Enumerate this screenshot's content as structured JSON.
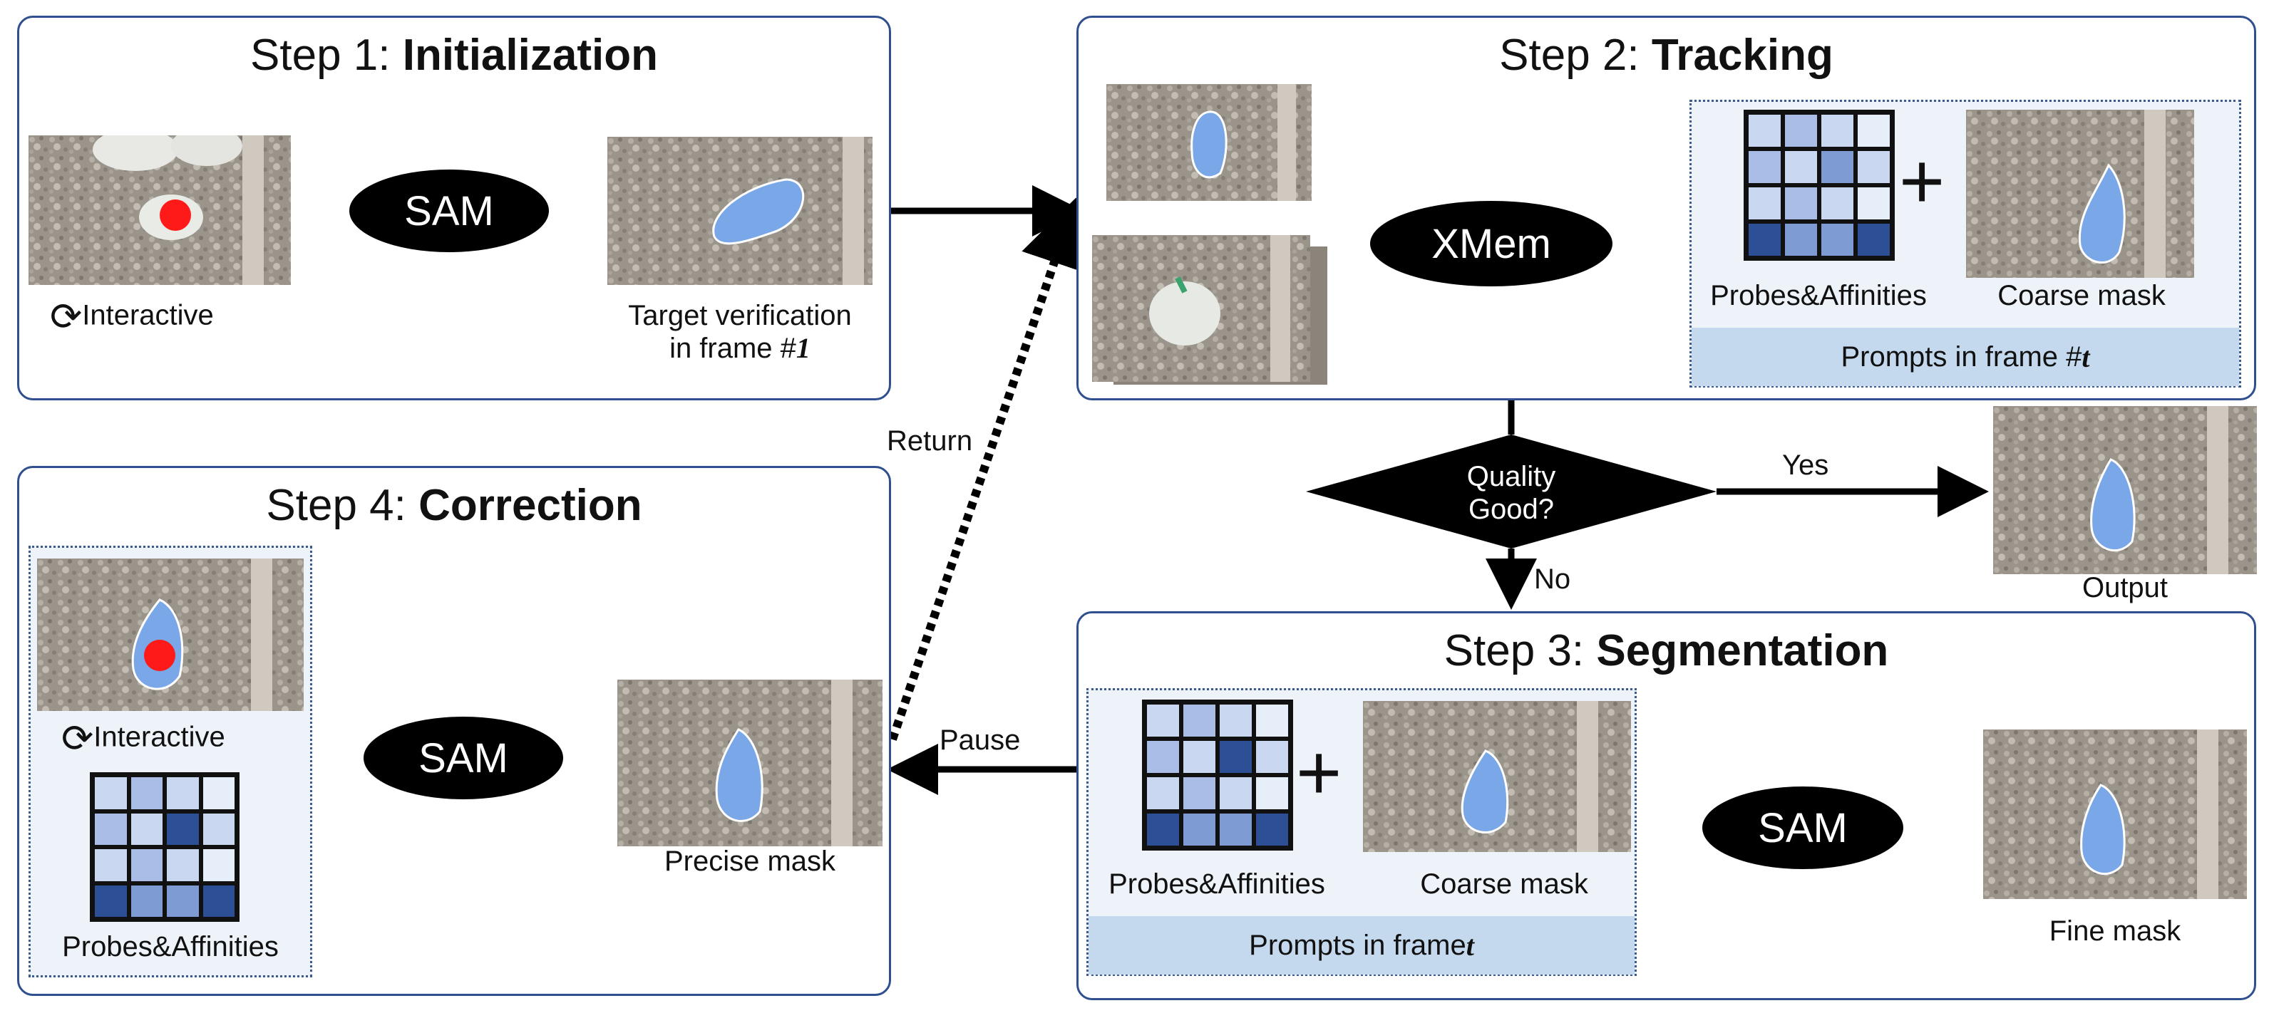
{
  "step1": {
    "title_prefix": "Step 1: ",
    "title_bold": "Initialization",
    "sam_label": "SAM",
    "interactive_label": "Interactive",
    "verify_label_line1": "Target verification",
    "verify_label_line2": "in frame #",
    "verify_frame": "1"
  },
  "step2": {
    "title_prefix": "Step 2: ",
    "title_bold": "Tracking",
    "xmem_label": "XMem",
    "probes_label": "Probes&Affinities",
    "coarse_label": "Coarse mask",
    "prompts_label": "Prompts in frame #",
    "prompts_frame": "t"
  },
  "decision": {
    "question_line1": "Quality",
    "question_line2": "Good?",
    "yes_label": "Yes",
    "no_label": "No",
    "output_label": "Output"
  },
  "step3": {
    "title_prefix": "Step 3: ",
    "title_bold": "Segmentation",
    "probes_label": "Probes&Affinities",
    "coarse_label": "Coarse mask",
    "prompts_label": "Prompts in frame ",
    "prompts_frame": "t",
    "sam_label": "SAM",
    "fine_label": "Fine mask"
  },
  "step4": {
    "title_prefix": "Step 4: ",
    "title_bold": "Correction",
    "interactive_label": "Interactive",
    "probes_label": "Probes&Affinities",
    "sam_label": "SAM",
    "precise_label": "Precise mask"
  },
  "arrows": {
    "return_label": "Return",
    "pause_label": "Pause"
  },
  "colors": {
    "panel_border": "#2f4f8f",
    "mask_fill": "#7aa7e8",
    "prompt_band": "#c4d9ee",
    "click_point": "#ff1a1a"
  },
  "affinity_grids": {
    "step2": [
      1,
      2,
      1,
      0,
      2,
      1,
      3,
      1,
      1,
      2,
      1,
      0,
      4,
      3,
      3,
      4
    ],
    "step3": [
      1,
      2,
      1,
      0,
      2,
      1,
      4,
      1,
      1,
      2,
      1,
      0,
      4,
      3,
      3,
      4
    ],
    "step4": [
      1,
      2,
      1,
      0,
      2,
      1,
      4,
      1,
      1,
      2,
      1,
      0,
      4,
      3,
      3,
      4
    ]
  }
}
